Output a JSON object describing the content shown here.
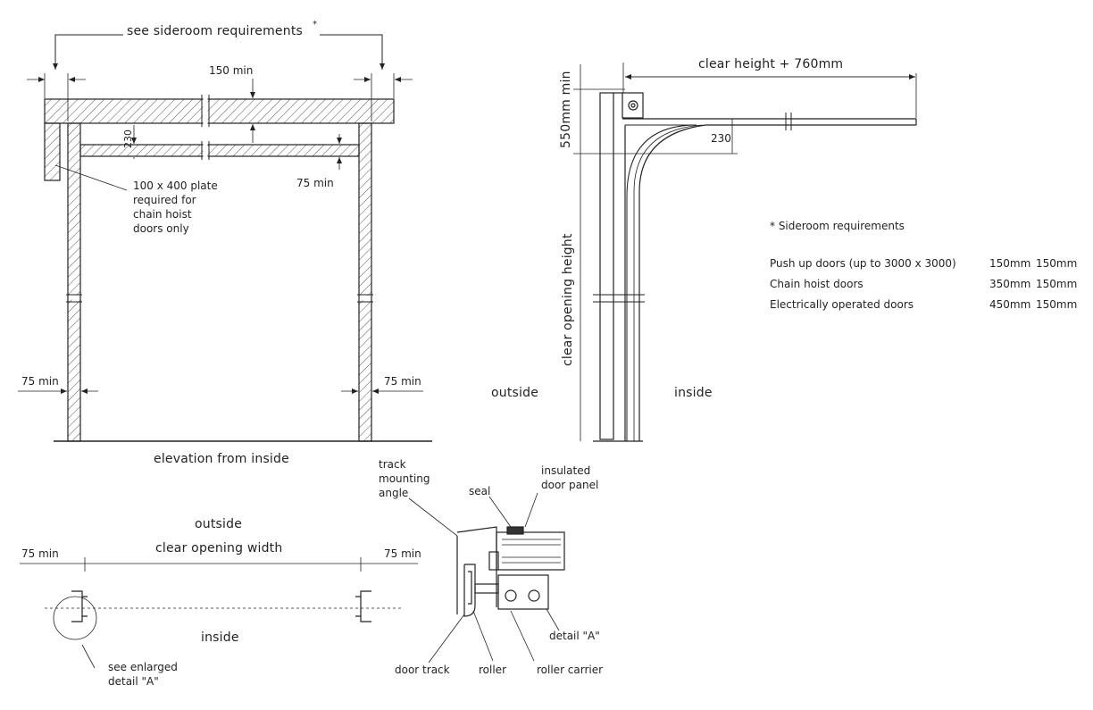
{
  "labels": {
    "sideroom_top": "see sideroom requirements",
    "asterisk": "*",
    "min150_top": "150 min",
    "dim230_left": "230",
    "plate_note": "100 x 400 plate\nrequired for\nchain hoist\ndoors only",
    "min75_header": "75 min",
    "min75_left_elev": "75 min",
    "min75_right_elev": "75 min",
    "elevation_caption": "elevation from inside",
    "clear_height": "clear height + 760mm",
    "min550": "550mm min",
    "dim230_right": "230",
    "clear_opening_height": "clear opening height",
    "outside_section": "outside",
    "inside_section": "inside",
    "outside_plan": "outside",
    "clear_opening_width": "clear opening width",
    "min75_plan_left": "75 min",
    "min75_plan_right": "75 min",
    "inside_plan": "inside",
    "enlarged_detail": "see enlarged\ndetail \"A\"",
    "track_mounting_angle": "track\nmounting\nangle",
    "seal": "seal",
    "insulated_panel": "insulated\ndoor panel",
    "detail_a": "detail \"A\"",
    "door_track": "door track",
    "roller": "roller",
    "roller_carrier": "roller carrier"
  },
  "sideroom": {
    "title": "* Sideroom requirements",
    "rows": [
      {
        "type": "Push up doors (up to 3000 x 3000)",
        "a": "150mm",
        "b": "150mm"
      },
      {
        "type": "Chain hoist doors",
        "a": "350mm",
        "b": "150mm"
      },
      {
        "type": "Electrically operated doors",
        "a": "450mm",
        "b": "150mm"
      }
    ]
  },
  "colors": {
    "line": "#222222",
    "hatch": "#444444"
  }
}
